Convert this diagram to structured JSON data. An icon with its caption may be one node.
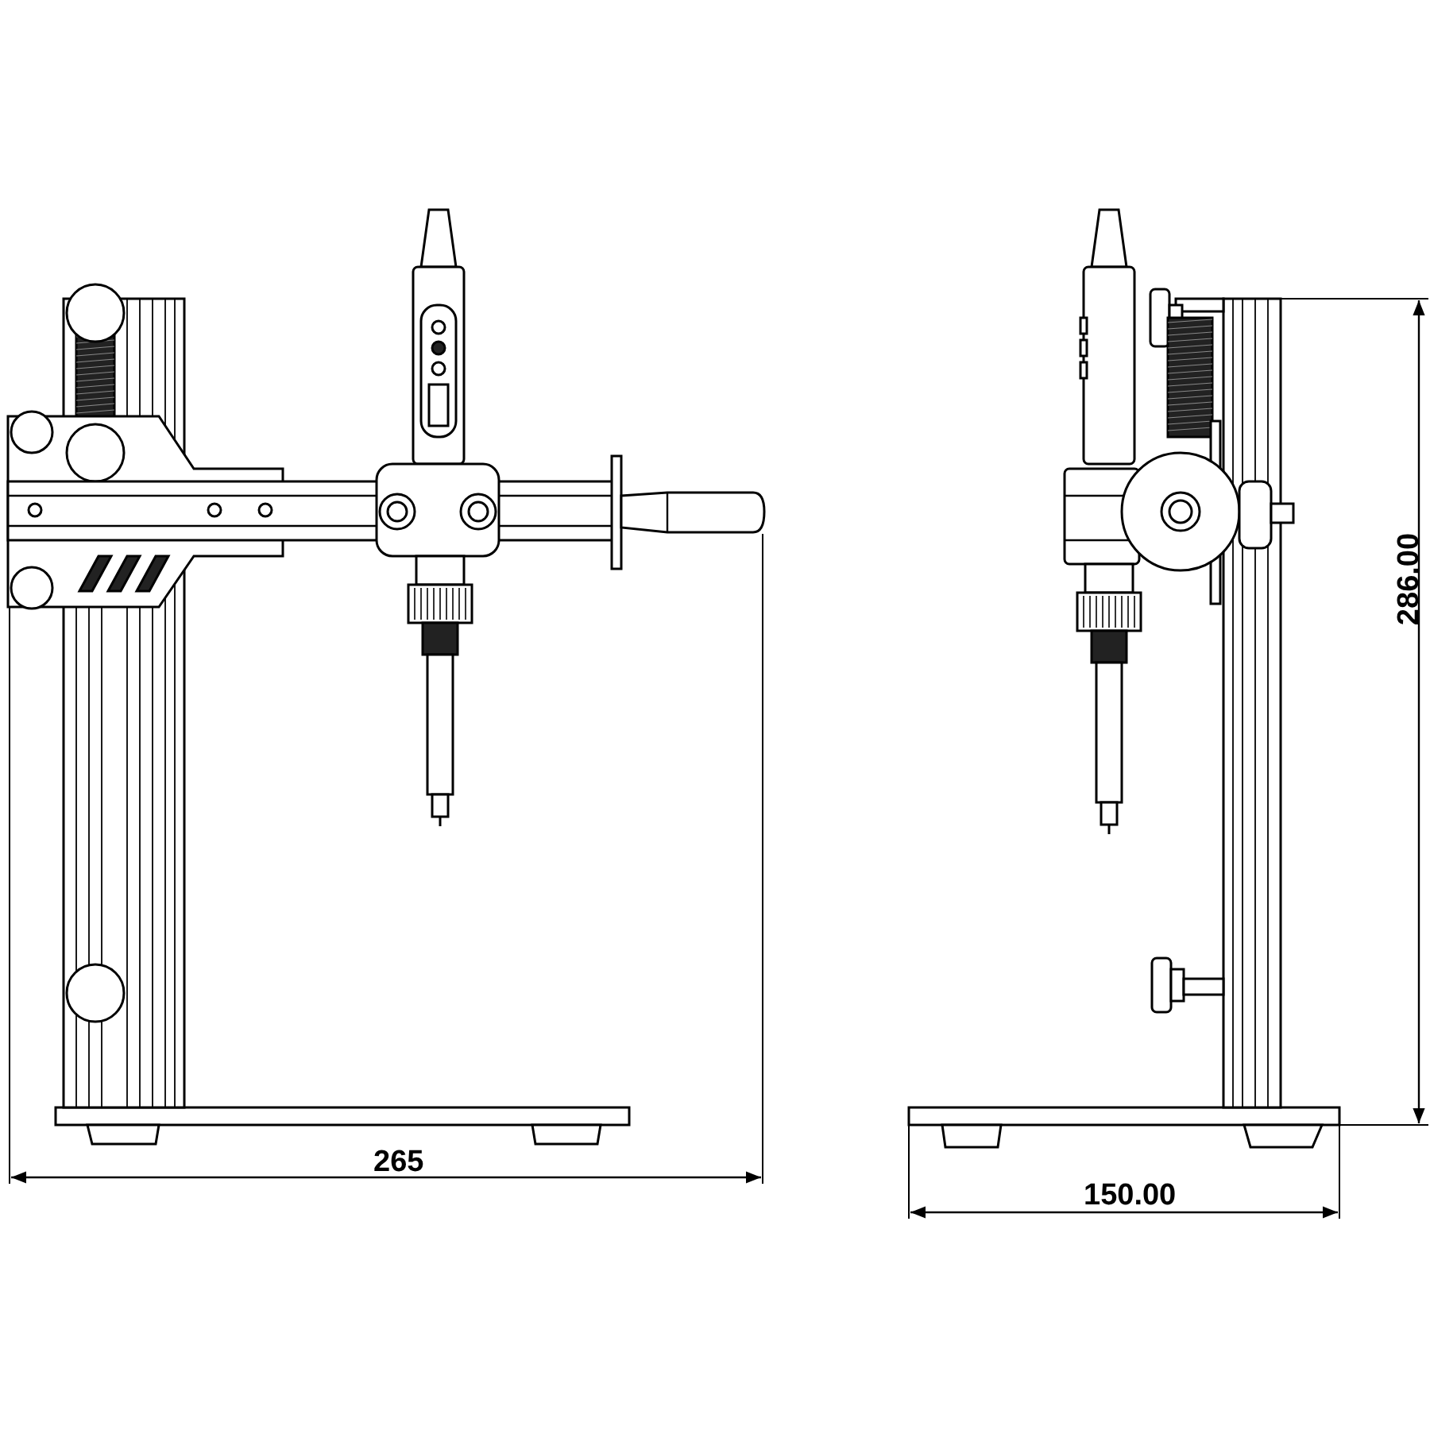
{
  "diagram": {
    "labels": [
      "265",
      "150.00",
      "286.00"
    ]
  }
}
